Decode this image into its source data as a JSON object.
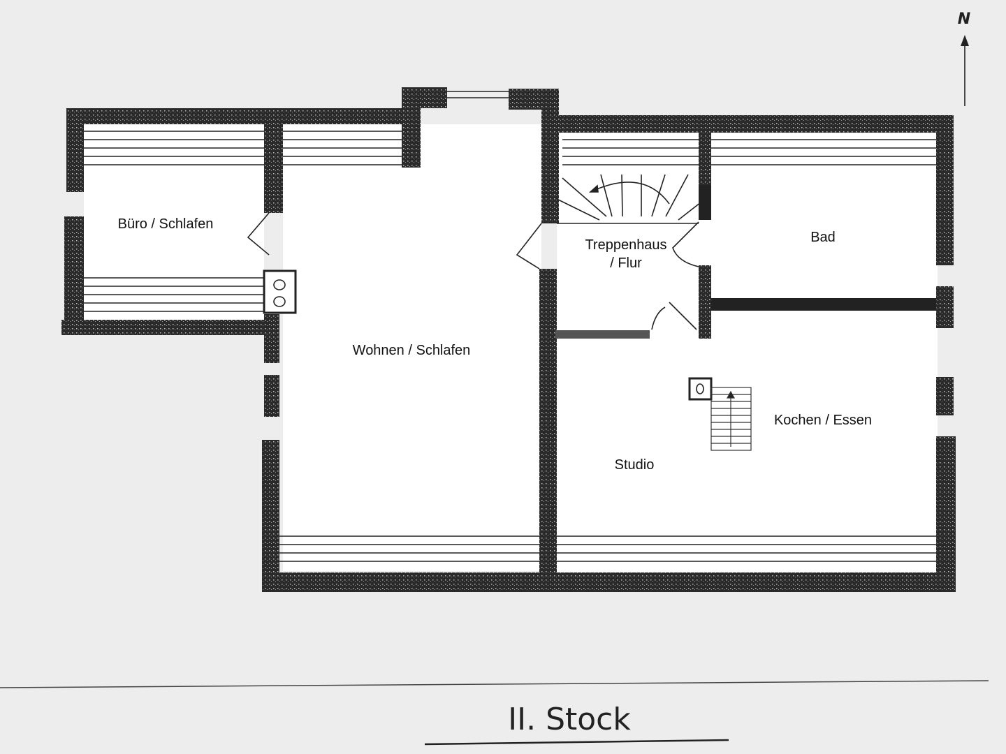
{
  "plan": {
    "compass_label": "N",
    "floor_title": "II. Stock",
    "rooms": [
      {
        "id": "buero",
        "label": "Büro / Schlafen"
      },
      {
        "id": "wohnen",
        "label": "Wohnen / Schlafen"
      },
      {
        "id": "treppenhaus",
        "label": "Treppenhaus"
      },
      {
        "id": "flur",
        "label": "/ Flur"
      },
      {
        "id": "bad",
        "label": "Bad"
      },
      {
        "id": "kochen",
        "label": "Kochen / Essen"
      },
      {
        "id": "studio",
        "label": "Studio"
      }
    ]
  },
  "colors": {
    "paper": "#ededed",
    "wall": "#2a2a2a",
    "room": "#ffffff"
  }
}
